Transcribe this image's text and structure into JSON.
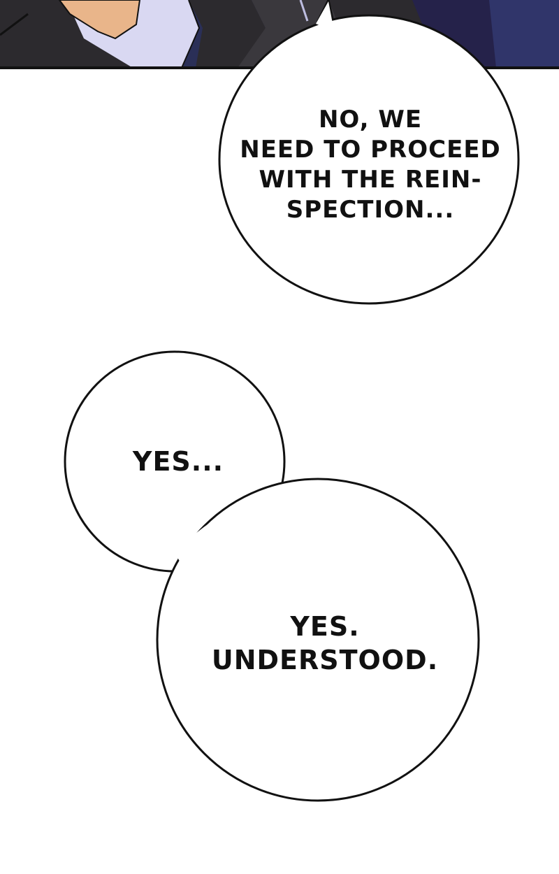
{
  "panel": {
    "scene": "manhwa-panel",
    "colors": {
      "suit_dark": "#2c2a2e",
      "shirt": "#d9d8f2",
      "skin": "#e9b58a",
      "background_navy": "#2a2f57",
      "bubble_fill": "#ffffff",
      "outline": "#111111"
    }
  },
  "bubbles": [
    {
      "lines": [
        "NO, WE",
        "NEED TO PROCEED",
        "WITH THE REIN-",
        "SPECTION..."
      ]
    },
    {
      "lines": [
        "YES..."
      ]
    },
    {
      "lines": [
        "YES.",
        "UNDERSTOOD."
      ]
    }
  ]
}
